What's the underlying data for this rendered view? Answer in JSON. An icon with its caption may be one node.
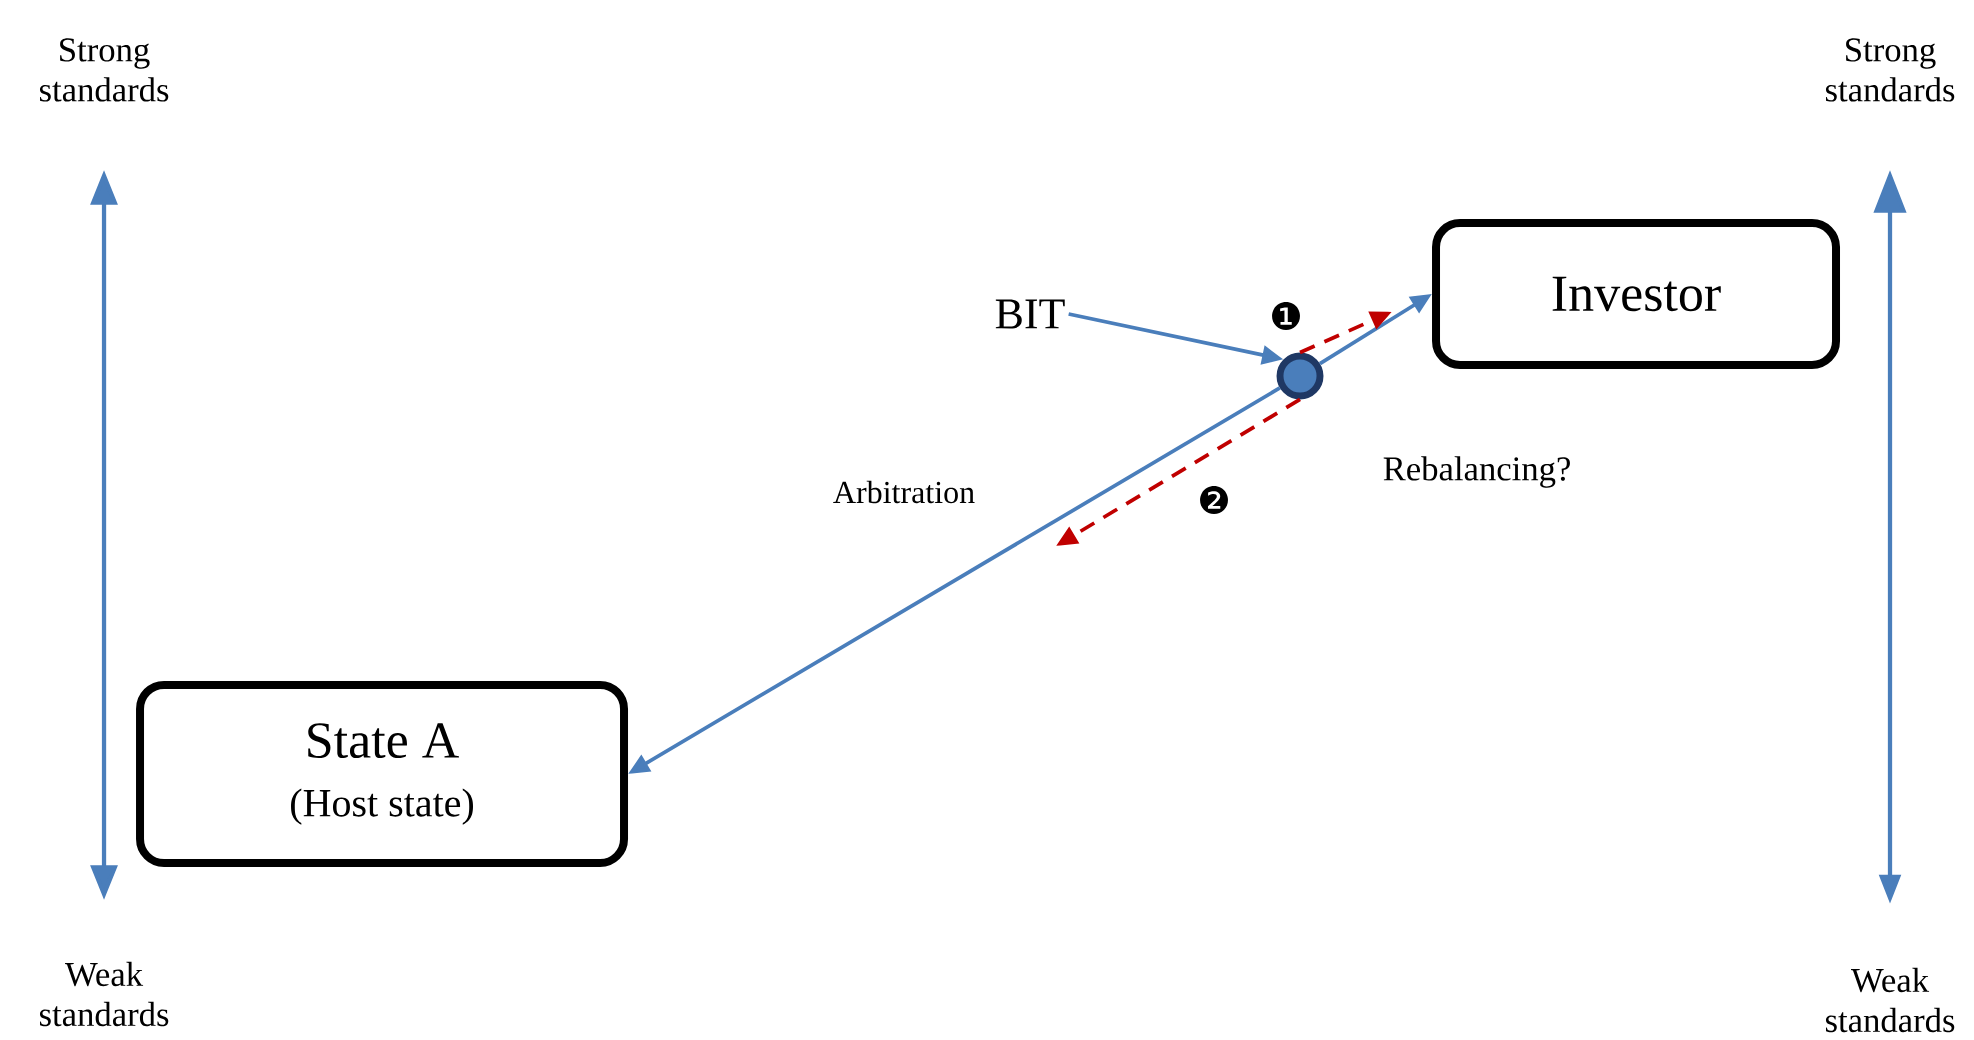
{
  "diagram": {
    "nodes": [
      {
        "text": [
          "State A",
          "(Host state)"
        ]
      },
      {
        "text": [
          "Investor"
        ]
      },
      {
        "text": [
          "BIT"
        ]
      },
      {
        "text": [],
        "shape": "circle"
      }
    ],
    "edges": [
      {
        "from": 3,
        "to": 0,
        "arrow": "to",
        "label": "Arbitration"
      },
      {
        "from": 3,
        "to": 1,
        "arrow": "to"
      },
      {
        "from": 2,
        "to": 3,
        "arrow": "to"
      },
      {
        "from": 3,
        "to": 1,
        "arrow": "to",
        "label": "❶",
        "style": "dashed",
        "color": "#c00000"
      },
      {
        "from": 3,
        "to": null,
        "arrow": "to",
        "label": "❷",
        "style": "dashed",
        "color": "#c00000"
      }
    ],
    "labels": [
      "Strong standards",
      "Strong standards",
      "Rebalancing?",
      "Weak standards",
      "Weak standards"
    ]
  }
}
